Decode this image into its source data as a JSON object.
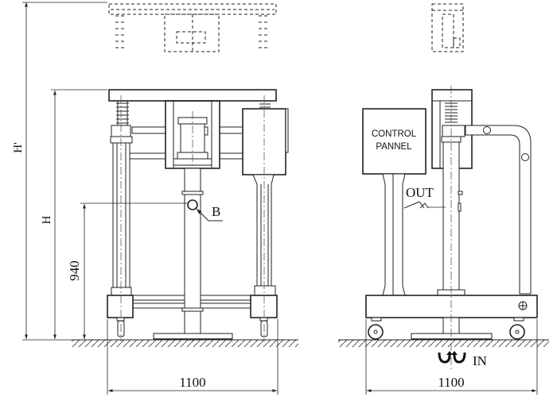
{
  "front_view": {
    "dim_total_height": "H'",
    "dim_height": "H",
    "dim_port_height": "940",
    "dim_width": "1100",
    "port_label": "B"
  },
  "side_view": {
    "control_panel_line1": "CONTROL",
    "control_panel_line2": "PANNEL",
    "outlet_label": "OUT",
    "inlet_label": "IN",
    "dim_width": "1100"
  },
  "colors": {
    "line": "#222222",
    "label_h_blue": "#1a3fa0",
    "label_h_orange": "#d08020"
  }
}
